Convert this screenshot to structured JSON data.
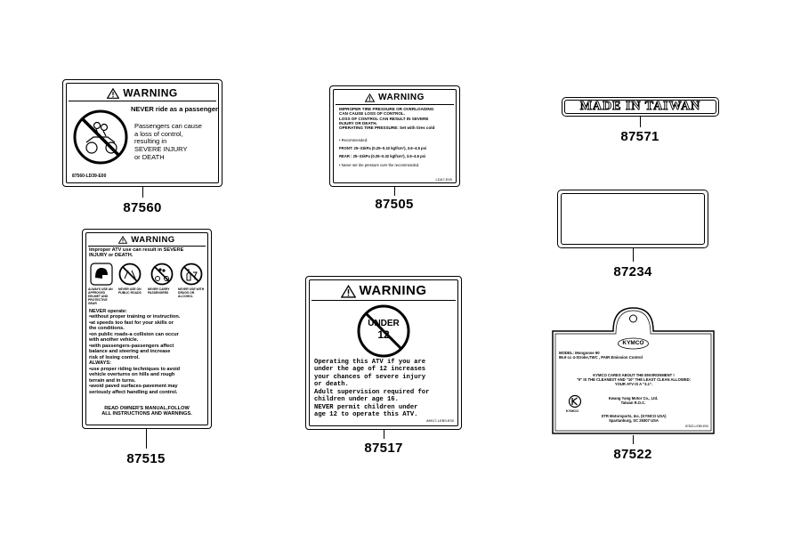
{
  "parts": {
    "p87560": {
      "number": "87560",
      "warning": "WARNING",
      "headline": "NEVER ride as a passenger",
      "body": "Passengers can cause\na loss of control,\nresulting in\nSEVERE INJURY\nor DEATH",
      "code": "87560-LD39-E00"
    },
    "p87505": {
      "number": "87505",
      "warning": "WARNING",
      "body": "IMPROPER TIRE PRESSURE OR OVERLOADING\nCAN CAUSE LOSS OF CONTROL.\nLOSS OF CONTROL CAN RESULT IN SEVERE\nINJURY OR DEATH.\nOPERATING TIRE PRESSURE: Set with tires cold",
      "recommended": "• Recommended:",
      "front": "FRONT: 25~31kPa (0.25~0.32 kgf/cm²), 3.6~4.5 psi",
      "rear": "REAR : 25~31kPa (0.25~0.32 kgf/cm²), 3.6~4.5 psi",
      "never": "• Never set tire pressure over the recommended.",
      "code": "LDA7-E00"
    },
    "p87571": {
      "number": "87571",
      "text": "MADE IN TAIWAN"
    },
    "p87234": {
      "number": "87234"
    },
    "p87515": {
      "number": "87515",
      "warning": "WARNING",
      "intro": "Improper ATV use can result in SEVERE\nINJURY or DEATH.",
      "icon_captions": [
        "ALWAYS USE AN APPROVED HELMET AND PROTECTIVE GEAR",
        "NEVER USE ON PUBLIC ROADS",
        "NEVER CARRY PASSENGERS",
        "NEVER USE WITH DRUGS OR ALCOHOL"
      ],
      "body": "NEVER operate:\n•without proper training or instruction.\n•at speeds too fast for your skills or\n  the conditions.\n•on public roads-a collision can occur\n  with another vehicle.\n•with passengers-passengers affect\n  balance and steering and increase\n  risk of losing control.\nALWAYS:\n•use proper riding techniques to avoid\n  vehicle overturns on hills and rough\n  terrain and in turns.\n•avoid paved surfaces-pavement may\n  seriously affect handling and control.",
      "footer": "READ OWNER'S MANUAL,FOLLOW\nALL INSTRUCTIONS AND WARNINGS."
    },
    "p87517": {
      "number": "87517",
      "warning": "WARNING",
      "under": "UNDER",
      "age": "12",
      "body": "Operating this ATV if you are\nunder the age of 12 increases\nyour chances of severe injury\nor death.\nAdult supervision required for\nchildren under age 16.\nNEVER permit children under\nage 12 to operate this ATV.",
      "code": "88917-LEB9-E00"
    },
    "p87522": {
      "number": "87522",
      "brand": "KYMCO",
      "model": "MODEL: Mongoose 90\n86.9 cc 4-Stroke,TWC , PAIR Emission Control",
      "cares": "KYMCO CARES ABOUT THE ENVIRONMENT !\n\"0\" IS THE CLEANEST AND \"10\" THE LEAST CLEAN ALLOWED:\nYOUR ATV IS A \"3.1\".",
      "maker": "Kwang Yang Motor Co., Ltd.\nTaiwan R.O.C.",
      "logo_word": "KYMCO",
      "dealer": "STR Motorsports, Inc. (KYMCO USA)\nSpartanburg, SC 29307 USA",
      "code": "87522-LEB9-E00"
    }
  }
}
